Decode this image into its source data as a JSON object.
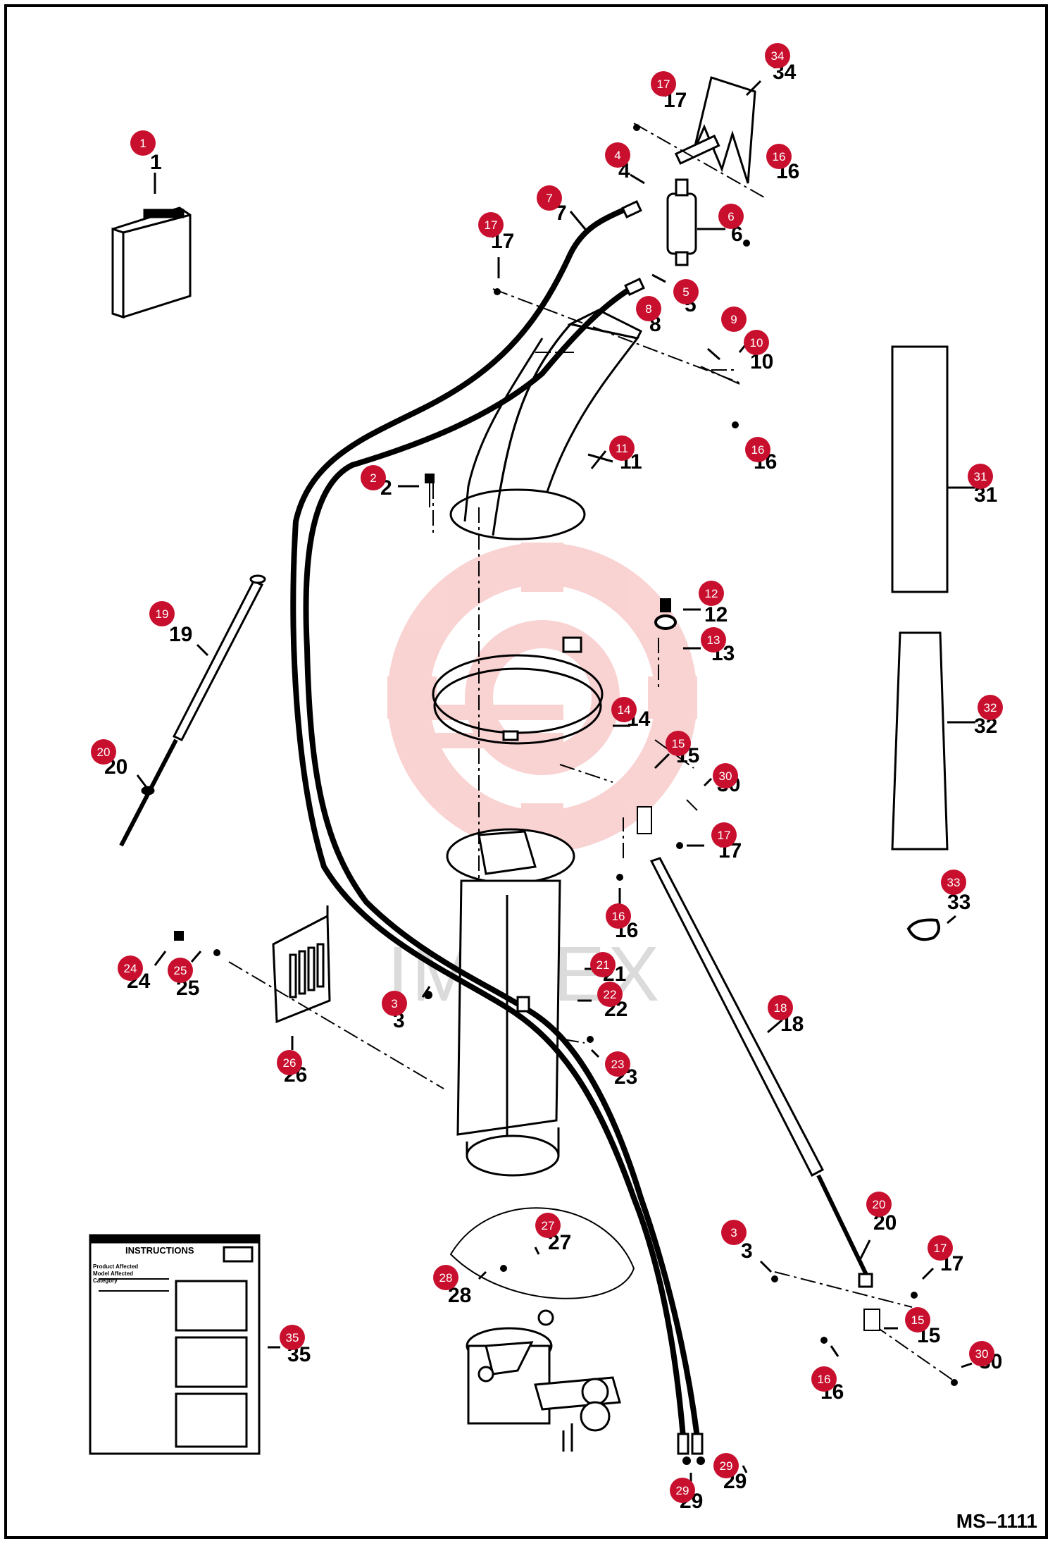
{
  "drawing_number": "MS–1111",
  "watermark": {
    "brand": "IMITEX",
    "color": "#f2a0a0"
  },
  "colors": {
    "callout": "#c8102e",
    "line": "#000000",
    "paper": "#ffffff"
  },
  "instruction_card": {
    "title": "INSTRUCTIONS",
    "lines": [
      "Product Affected",
      "Model Affected",
      "Category"
    ]
  },
  "callouts": [
    {
      "n": "1"
    },
    {
      "n": "2"
    },
    {
      "n": "3"
    },
    {
      "n": "3"
    },
    {
      "n": "4"
    },
    {
      "n": "5"
    },
    {
      "n": "6"
    },
    {
      "n": "7"
    },
    {
      "n": "8"
    },
    {
      "n": "9"
    },
    {
      "n": "10"
    },
    {
      "n": "11"
    },
    {
      "n": "12"
    },
    {
      "n": "13"
    },
    {
      "n": "14"
    },
    {
      "n": "15"
    },
    {
      "n": "15"
    },
    {
      "n": "16"
    },
    {
      "n": "16"
    },
    {
      "n": "16"
    },
    {
      "n": "16"
    },
    {
      "n": "17"
    },
    {
      "n": "17"
    },
    {
      "n": "17"
    },
    {
      "n": "17"
    },
    {
      "n": "18"
    },
    {
      "n": "19"
    },
    {
      "n": "20"
    },
    {
      "n": "20"
    },
    {
      "n": "21"
    },
    {
      "n": "22"
    },
    {
      "n": "23"
    },
    {
      "n": "24"
    },
    {
      "n": "25"
    },
    {
      "n": "26"
    },
    {
      "n": "27"
    },
    {
      "n": "28"
    },
    {
      "n": "29"
    },
    {
      "n": "29"
    },
    {
      "n": "30"
    },
    {
      "n": "30"
    },
    {
      "n": "31"
    },
    {
      "n": "32"
    },
    {
      "n": "33"
    },
    {
      "n": "34"
    },
    {
      "n": "35"
    }
  ]
}
